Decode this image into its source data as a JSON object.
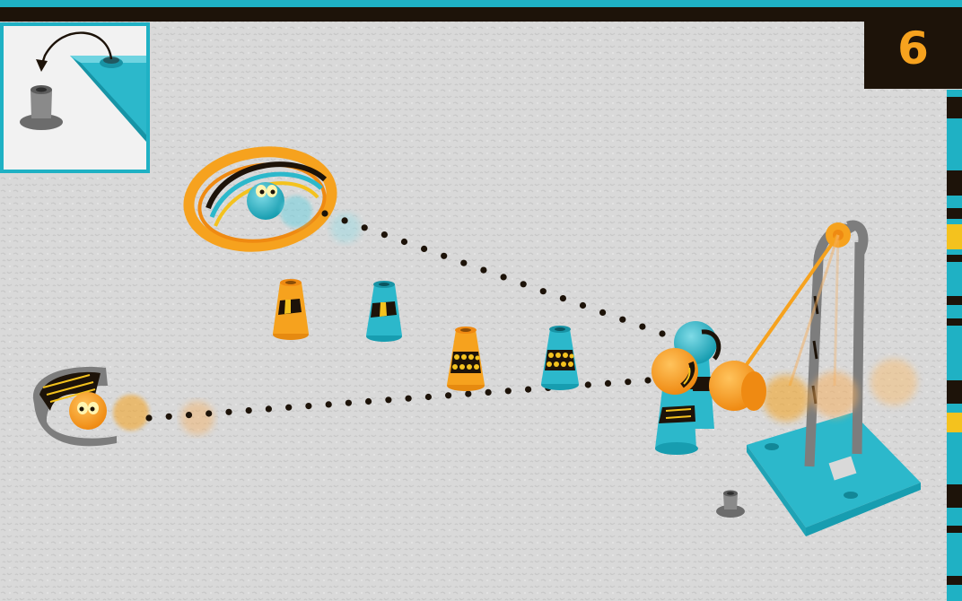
{
  "step": {
    "number": "6"
  },
  "inset": {
    "description_icon": "place-peg-on-base-icon"
  },
  "colors": {
    "teal": "#1fb1c4",
    "orange": "#f6a21e",
    "dark": "#1d1309",
    "yellow": "#f4c21e",
    "gray": "#7a7a7a",
    "background": "#d9d9d9"
  },
  "objects": [
    "ring-ramp-with-ball",
    "curved-launcher-with-ball",
    "traffic-cones",
    "pin-figures",
    "pendulum-tower",
    "loose-peg"
  ]
}
